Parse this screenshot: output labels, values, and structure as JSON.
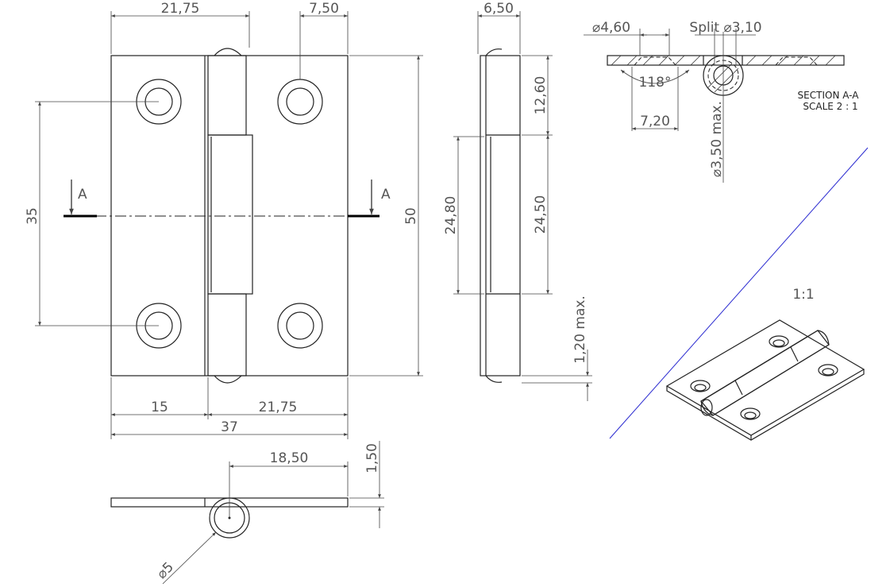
{
  "front_view": {
    "dim_top_left": "21,75",
    "dim_top_right": "7,50",
    "dim_hole_spacing": "35",
    "dim_height": "50",
    "dim_bottom_left": "15",
    "dim_bottom_right": "21,75",
    "dim_total_width": "37",
    "section_marker_left": "A",
    "section_marker_right": "A"
  },
  "side_view": {
    "dim_thickness": "6,50",
    "dim_knuckle_top": "12,60",
    "dim_knuckle_middle": "24,50",
    "dim_knuckle_outer": "24,80",
    "dim_gap": "1,20 max."
  },
  "bottom_view": {
    "dim_pin_offset": "18,50",
    "dim_plate_thickness": "1,50",
    "dim_knuckle_diameter": "⌀5"
  },
  "section_view": {
    "dim_countersink_dia": "⌀4,60",
    "dim_split_dia": "Split ⌀3,10",
    "dim_angle": "118°",
    "dim_cs_outer": "7,20",
    "dim_pin_max": "⌀3,50 max.",
    "title": "SECTION A-A",
    "scale": "SCALE 2 : 1"
  },
  "iso_view": {
    "scale": "1:1"
  },
  "colors": {
    "line": "#222222",
    "dimension": "#555555",
    "divider": "#2a2ad0"
  }
}
